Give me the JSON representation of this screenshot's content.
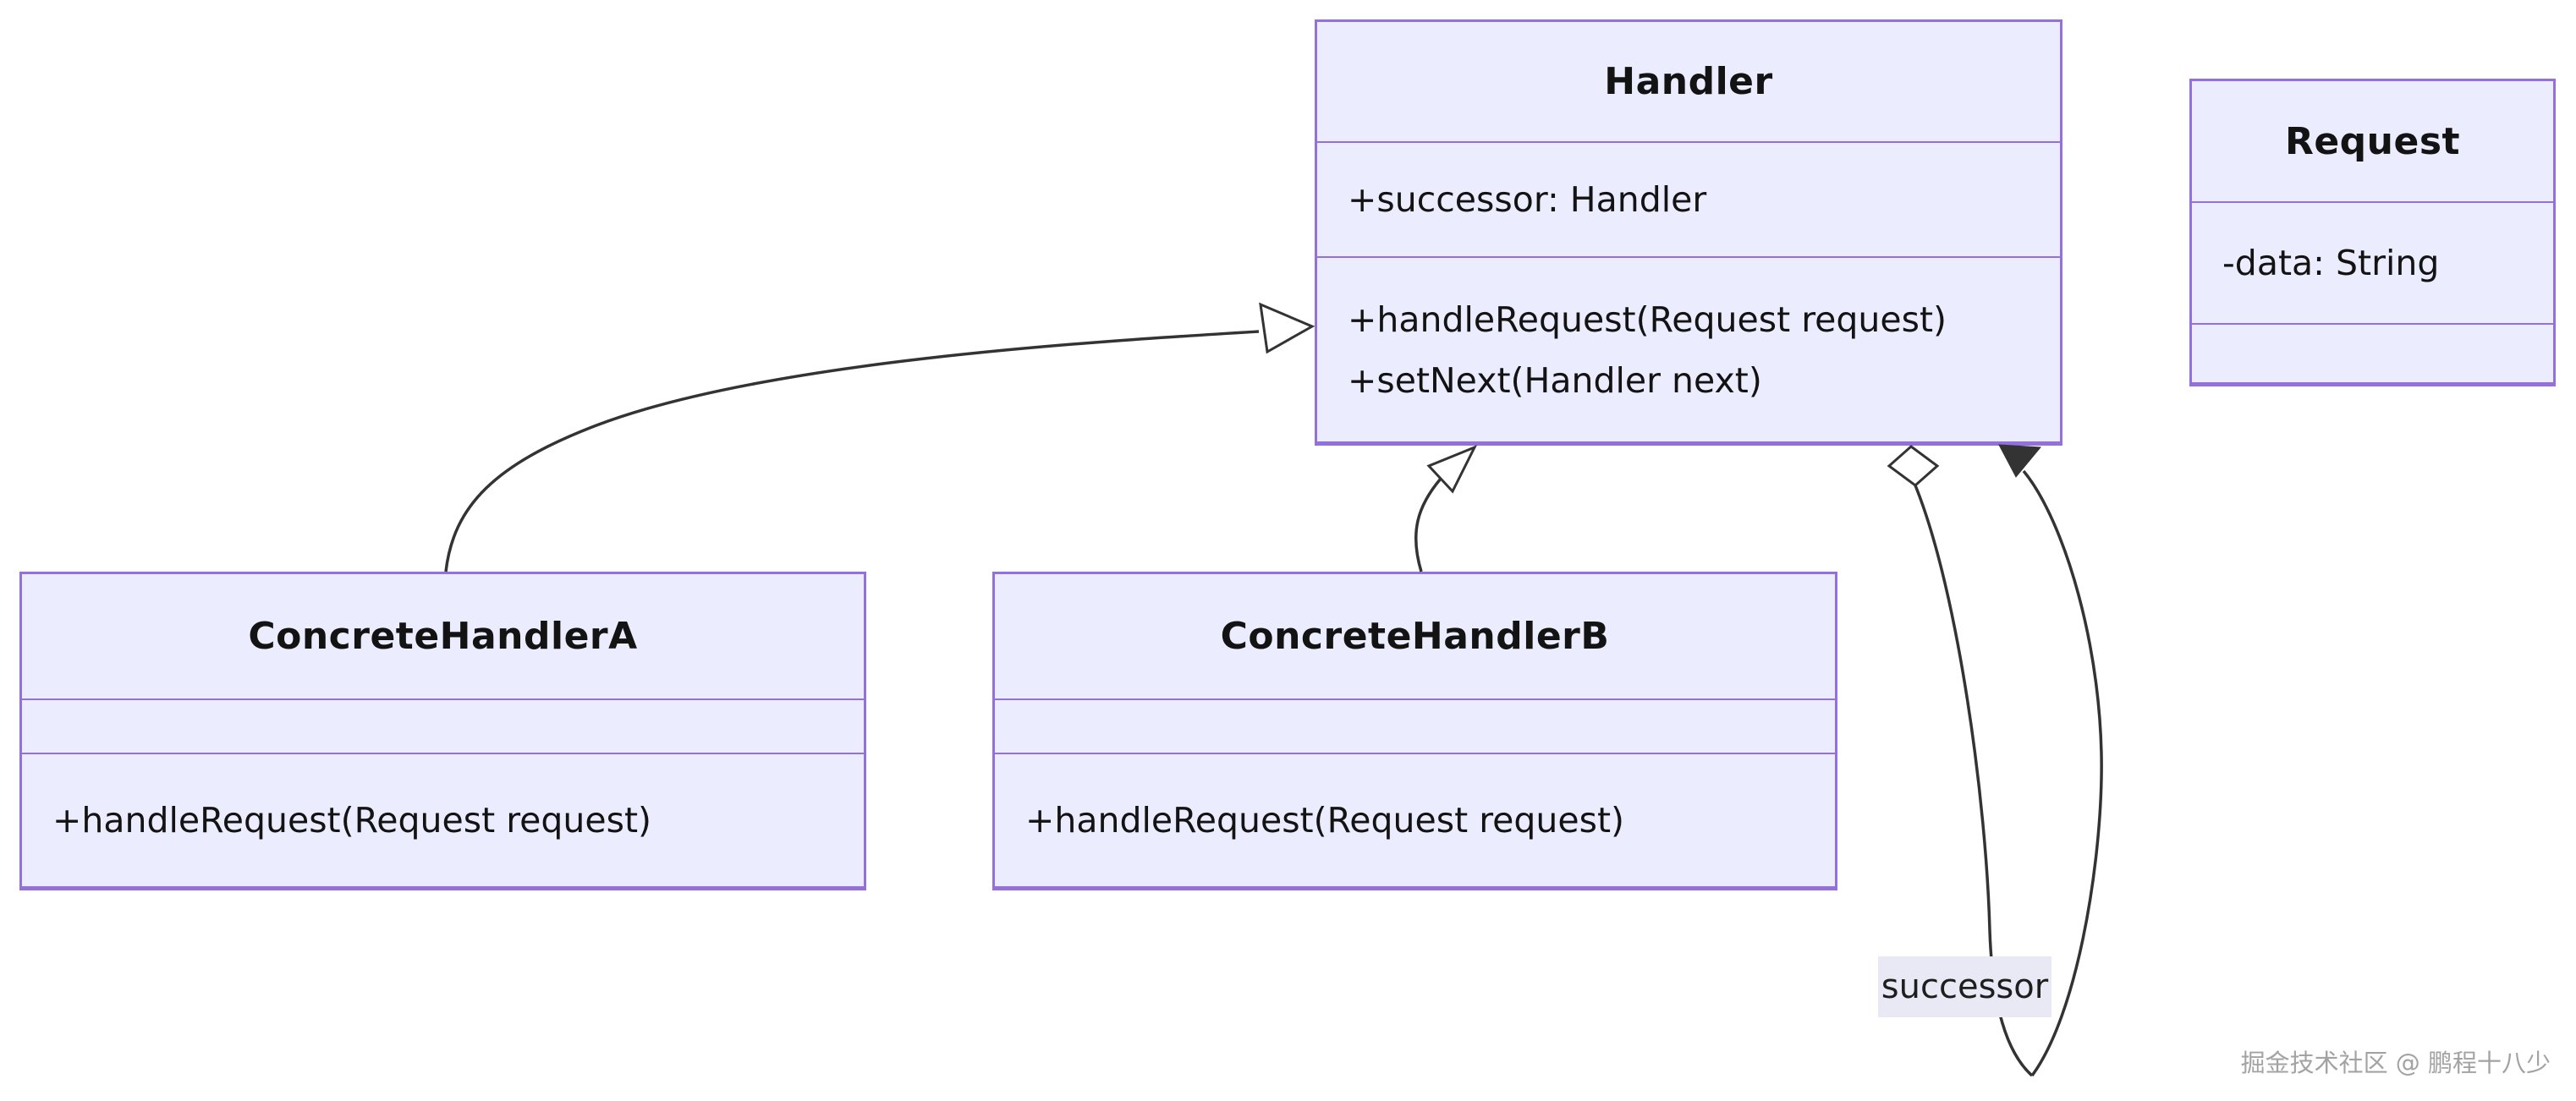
{
  "diagram": {
    "type": "uml-class-diagram",
    "classes": [
      {
        "name": "Handler",
        "attributes": [
          "+successor: Handler"
        ],
        "methods": [
          "+handleRequest(Request request)",
          "+setNext(Handler next)"
        ]
      },
      {
        "name": "Request",
        "attributes": [
          "-data: String"
        ],
        "methods": []
      },
      {
        "name": "ConcreteHandlerA",
        "attributes": [],
        "methods": [
          "+handleRequest(Request request)"
        ]
      },
      {
        "name": "ConcreteHandlerB",
        "attributes": [],
        "methods": [
          "+handleRequest(Request request)"
        ]
      }
    ],
    "relations": [
      {
        "from": "ConcreteHandlerA",
        "to": "Handler",
        "type": "inheritance",
        "label": ""
      },
      {
        "from": "ConcreteHandlerB",
        "to": "Handler",
        "type": "inheritance",
        "label": ""
      },
      {
        "from": "Handler",
        "to": "Handler",
        "type": "aggregation",
        "label": "successor"
      }
    ]
  },
  "watermark": "掘金技术社区 @ 鹏程十八少",
  "colors": {
    "class_fill": "#ECECFF",
    "class_border": "#9370DB",
    "edge_line": "#333333",
    "text": "#131313",
    "edge_label_bg": "#E9E9F6",
    "watermark_text": "#A3A3A3",
    "background": "#FFFFFF"
  }
}
